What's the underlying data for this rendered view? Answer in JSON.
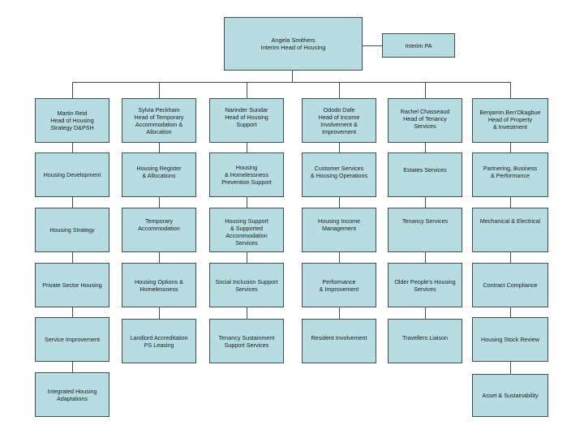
{
  "head": {
    "text": "Angela Smithers\nInterim Head of Housing"
  },
  "assistant": {
    "text": "Interim PA"
  },
  "columns": [
    {
      "head": "Martin Reid\nHead of Housing\nStrategy D&PSH",
      "units": [
        "Housing Development",
        "Housing Strategy",
        "Private Sector Housing",
        "Service Improvement",
        "Integrated Housing\nAdaptations"
      ]
    },
    {
      "head": "Sylvia Peckham\nHead of Temporary\nAccommodation &\nAllocation",
      "units": [
        "Housing Register\n& Allocations",
        "Temporary\nAccommodation",
        "Housing Options &\nHomelessness",
        "Landlord Accreditation\nPS Leasing"
      ]
    },
    {
      "head": "Narinder Sundar\nHead of Housing\nSupport",
      "units": [
        "Housing\n& Homelessness\nPrevention Support",
        "Housing Support\n& Supported\nAccommodation\nServices",
        "Social Inclusion Support\nServices",
        "Tenancy Sustainment\nSupport Services"
      ]
    },
    {
      "head": "Ododo Dafe\nHead of Income\nInvolvement &\nImprovement",
      "units": [
        "Customer Services\n& Housing Operations",
        "Housing Income\nManagement",
        "Performance\n& Improvement",
        "Resident Involvement"
      ]
    },
    {
      "head": "Rachel Chasseaud\nHead of Tenancy\nServices",
      "units": [
        "Estates Services",
        "Tenancy Services",
        "Older People's Housing\nServices",
        "Travellers Liaison"
      ]
    },
    {
      "head": "Benjamin.Ben'Okagbue\nHead of Property\n& Investment",
      "units": [
        "Partnering, Business\n& Performance",
        "Mechanical & Electrical",
        "Contract Compliance",
        "Housing Stock Review",
        "Asset & Sustainability"
      ]
    }
  ]
}
